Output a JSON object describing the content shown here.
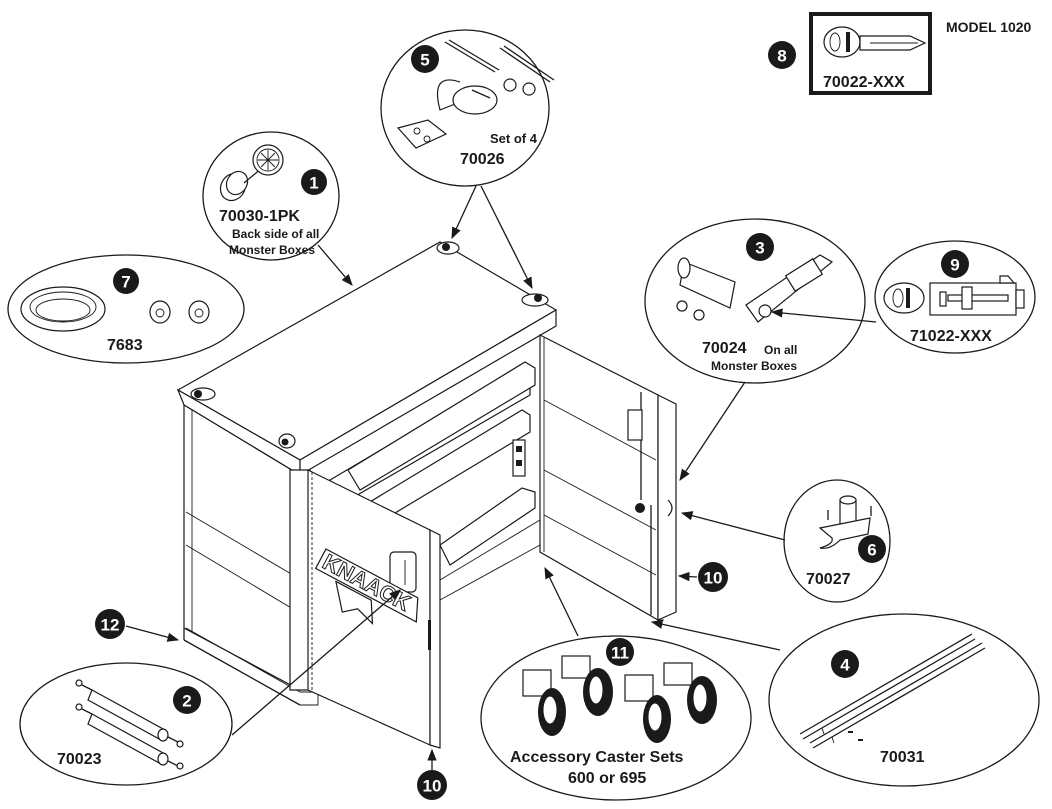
{
  "title": "MODEL 1020",
  "brand_logo": "KNAACK",
  "callouts": [
    {
      "number": "1",
      "part": "70030-1PK",
      "note_line1": "Back side of all",
      "note_line2": "Monster Boxes",
      "icon": "vent-cap-icon"
    },
    {
      "number": "2",
      "part": "70023",
      "icon": "hinge-pin-icon"
    },
    {
      "number": "3",
      "part": "70024",
      "note_line1": "On all",
      "note_line2": "Monster Boxes",
      "icon": "lock-cylinder-icon"
    },
    {
      "number": "4",
      "part": "70031",
      "icon": "rod-icon"
    },
    {
      "number": "5",
      "part": "70026",
      "note_line1": "Set of 4",
      "icon": "lifting-eye-icon"
    },
    {
      "number": "6",
      "part": "70027",
      "icon": "latch-bracket-icon"
    },
    {
      "number": "7",
      "part": "7683",
      "icon": "grommet-icon"
    },
    {
      "number": "8",
      "part": "70022-XXX",
      "icon": "key-icon"
    },
    {
      "number": "9",
      "part": "71022-XXX",
      "icon": "key-lock-icon"
    },
    {
      "number": "10",
      "icon": "door-edge-pointer"
    },
    {
      "number": "11",
      "part_line1": "Accessory Caster Sets",
      "part_line2": "600 or 695",
      "icon": "caster-icon"
    },
    {
      "number": "12",
      "icon": "base-rail-pointer"
    }
  ],
  "door_callout_10_second": "10"
}
